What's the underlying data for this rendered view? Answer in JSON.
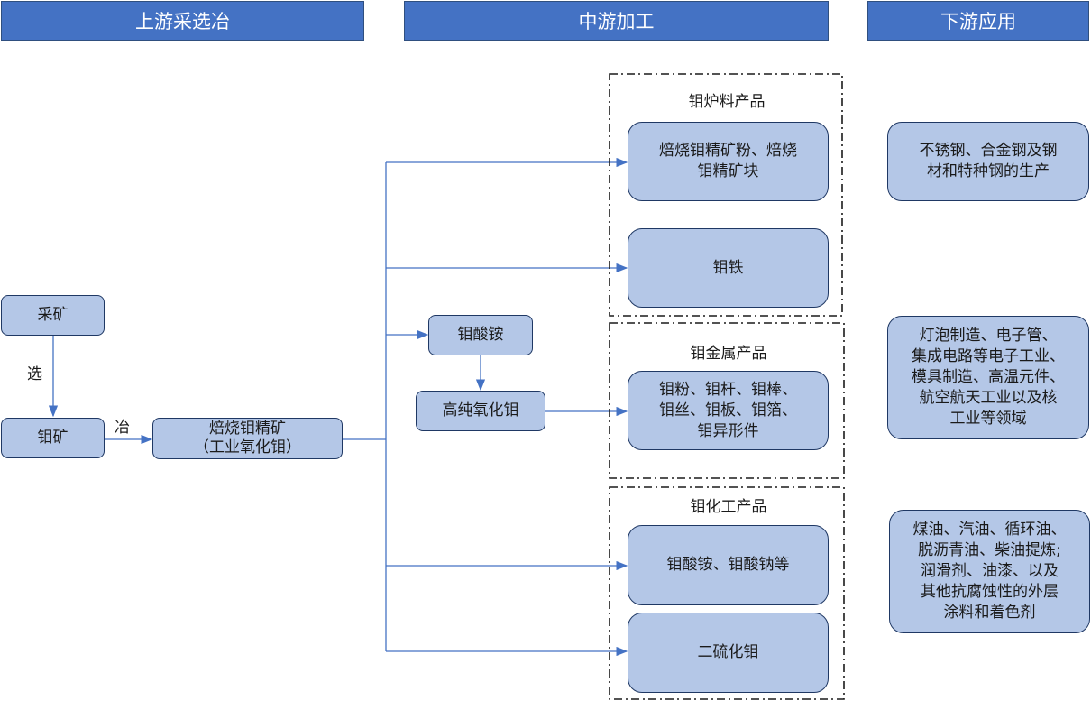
{
  "headers": {
    "upstream": "上游采选冶",
    "midstream": "中游加工",
    "downstream": "下游应用"
  },
  "upstream": {
    "mining": "采矿",
    "select_label": "选",
    "ore": "钼矿",
    "smelt_label": "冶",
    "roasted_line1": "焙烧钼精矿",
    "roasted_line2": "（工业氧化钼）"
  },
  "midstream": {
    "ammonium_molybdate": "钼酸铵",
    "high_purity_oxide": "高纯氧化钼",
    "furnace_group": {
      "title": "钼炉料产品",
      "item1_line1": "焙烧钼精矿粉、焙烧",
      "item1_line2": "钼精矿块",
      "item2": "钼铁"
    },
    "metal_group": {
      "title": "钼金属产品",
      "line1": "钼粉、钼杆、钼棒、",
      "line2": "钼丝、钼板、钼箔、",
      "line3": "钼异形件"
    },
    "chemical_group": {
      "title": "钼化工产品",
      "item1": "钼酸铵、钼酸钠等",
      "item2": "二硫化钼"
    }
  },
  "downstream": {
    "app1": [
      "不锈钢、合金钢及钢",
      "材和特种钢的生产"
    ],
    "app2": [
      "灯泡制造、电子管、",
      "集成电路等电子工业、",
      "模具制造、高温元件、",
      "航空航天工业以及核",
      "工业等领域"
    ],
    "app3": [
      "煤油、汽油、循环油、",
      "脱沥青油、柴油提炼;",
      "润滑剂、油漆、以及",
      "其他抗腐蚀性的外层",
      "涂料和着色剂"
    ]
  },
  "colors": {
    "header_bg": "#4472c4",
    "box_fill": "#b4c7e7",
    "arrow": "#4472c4"
  }
}
